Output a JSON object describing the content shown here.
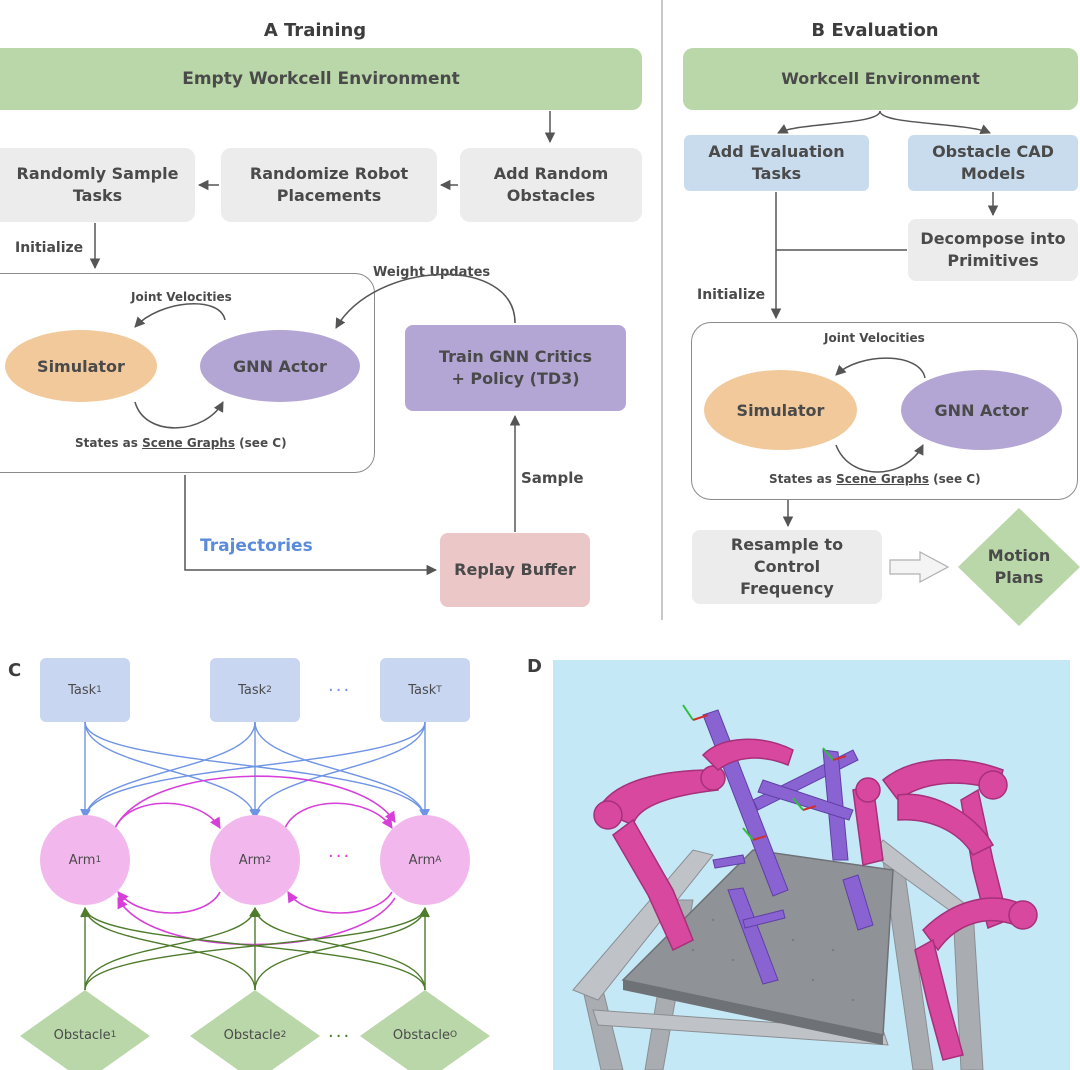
{
  "panel_a": {
    "title": "A  Training",
    "empty_env": "Empty Workcell Environment",
    "random_obstacles": "Add Random\nObstacles",
    "randomize_robots": "Randomize Robot\nPlacements",
    "sample_tasks": "Randomly Sample\nTasks",
    "initialize": "Initialize",
    "weight_updates": "Weight Updates",
    "joint_velocities": "Joint Velocities",
    "simulator": "Simulator",
    "gnn_actor": "GNN Actor",
    "states_prefix": "States as ",
    "scene_graphs": "Scene Graphs",
    "states_suffix": " (see C)",
    "train_critics": "Train GNN Critics\n+ Policy (TD3)",
    "sample": "Sample",
    "trajectories": "Trajectories",
    "replay_buffer": "Replay Buffer"
  },
  "panel_b": {
    "title": "B  Evaluation",
    "workcell_env": "Workcell Environment",
    "add_eval_tasks": "Add Evaluation\nTasks",
    "obstacle_cad": "Obstacle CAD\nModels",
    "decompose": "Decompose into\nPrimitives",
    "initialize": "Initialize",
    "joint_velocities": "Joint Velocities",
    "simulator": "Simulator",
    "gnn_actor": "GNN Actor",
    "states_prefix": "States as ",
    "scene_graphs": "Scene Graphs",
    "states_suffix": " (see C)",
    "resample": "Resample to Control\nFrequency",
    "motion_plans": "Motion\nPlans"
  },
  "panel_c": {
    "letter": "C",
    "tasks": [
      {
        "base": "Task",
        "sub": "1"
      },
      {
        "base": "Task",
        "sub": "2"
      },
      {
        "base": "Task",
        "sub": "T"
      }
    ],
    "arms": [
      {
        "base": "Arm",
        "sub": "1"
      },
      {
        "base": "Arm",
        "sub": "2"
      },
      {
        "base": "Arm",
        "sub": "A"
      }
    ],
    "obstacles": [
      {
        "base": "Obstacle",
        "sub": "1"
      },
      {
        "base": "Obstacle",
        "sub": "2"
      },
      {
        "base": "Obstacle",
        "sub": "O"
      }
    ],
    "ellipsis": "···",
    "colors": {
      "task_edge": "#6f94e3",
      "arm_edge": "#d63fd8",
      "obstacle_edge": "#4e7b2c",
      "task_fill": "#c9d6f2",
      "arm_fill": "#f2b8ee",
      "obstacle_fill": "#b9d7a8"
    }
  },
  "panel_d": {
    "letter": "D",
    "description_icon": "robot-workcell-render"
  }
}
